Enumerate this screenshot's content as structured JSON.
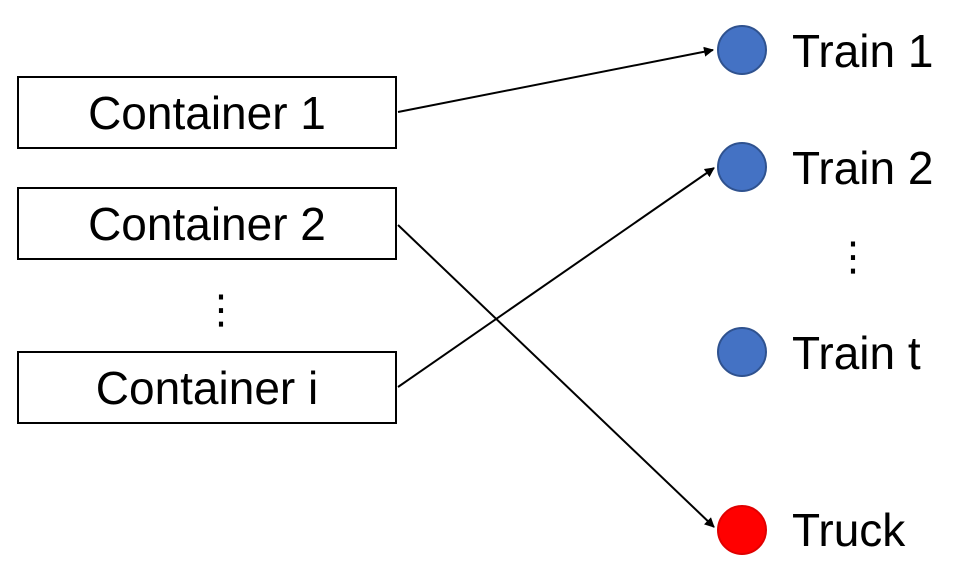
{
  "containers": [
    {
      "label": "Container 1"
    },
    {
      "label": "Container 2"
    },
    {
      "label": "Container i"
    }
  ],
  "left_ellipsis": "⋮",
  "right_ellipsis": "⋮",
  "destinations": [
    {
      "label": "Train 1",
      "color": "#4472c4"
    },
    {
      "label": "Train 2",
      "color": "#4472c4"
    },
    {
      "label": "Train t",
      "color": "#4472c4"
    },
    {
      "label": "Truck",
      "color": "#ff0000"
    }
  ],
  "assignments": [
    {
      "from": "Container 1",
      "to": "Train 1"
    },
    {
      "from": "Container 2",
      "to": "Truck"
    },
    {
      "from": "Container i",
      "to": "Train 2"
    }
  ]
}
